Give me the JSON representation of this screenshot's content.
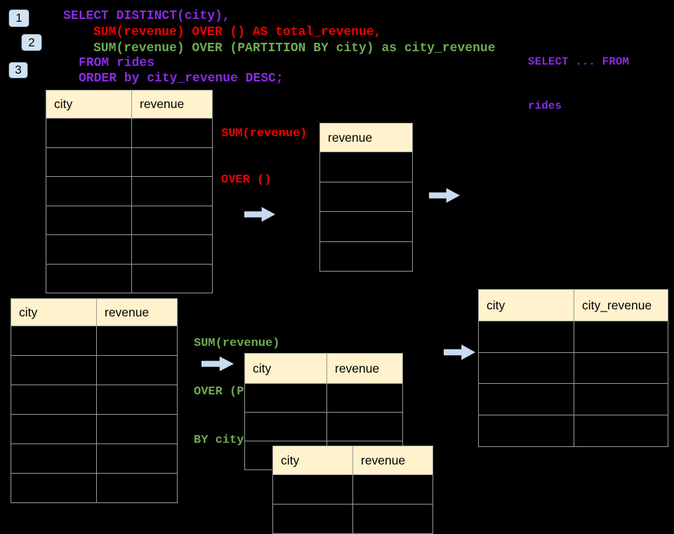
{
  "slide": {
    "background": "#000000"
  },
  "step_badges": [
    {
      "label": "1"
    },
    {
      "label": "2"
    },
    {
      "label": "3"
    }
  ],
  "sql_code": {
    "lines": [
      {
        "text": "SELECT DISTINCT(city),",
        "color": "purple"
      },
      {
        "text": "SUM(revenue) OVER () AS total_revenue,",
        "color": "red"
      },
      {
        "text": "SUM(revenue) OVER (PARTITION BY city) as city_revenue",
        "color": "green"
      },
      {
        "text": "FROM rides",
        "color": "purple"
      },
      {
        "text": "ORDER by city_revenue DESC;",
        "color": "purple"
      }
    ]
  },
  "from_note": {
    "line1": "SELECT ... FROM",
    "line2": "rides"
  },
  "annotations": {
    "total_revenue": {
      "line1": "SUM(revenue)",
      "line2": "OVER ()"
    },
    "partition": {
      "line1": "SUM(revenue)",
      "line2": "OVER (PARTITION",
      "line3": "BY city)"
    }
  },
  "tables": {
    "rides_top": {
      "headers": [
        "city",
        "revenue"
      ],
      "row_count": 6
    },
    "total_result": {
      "headers": [
        "revenue"
      ],
      "row_count": 4
    },
    "rides_bottom": {
      "headers": [
        "city",
        "revenue"
      ],
      "row_count": 6
    },
    "partition_a": {
      "headers": [
        "city",
        "revenue"
      ],
      "row_count": 3
    },
    "partition_b": {
      "headers": [
        "city",
        "revenue"
      ],
      "row_count": 2
    },
    "city_revenue_result": {
      "headers": [
        "city",
        "city_revenue"
      ],
      "row_count": 4
    }
  },
  "colors": {
    "purple": "#8A2BE2",
    "red": "#F50000",
    "green": "#6FAB53",
    "arrow_blue": "#C9DAF1",
    "table_header_bg": "#FFF2CC",
    "badge_bg": "#CFE2F3",
    "table_border": "#9a9a9a"
  }
}
